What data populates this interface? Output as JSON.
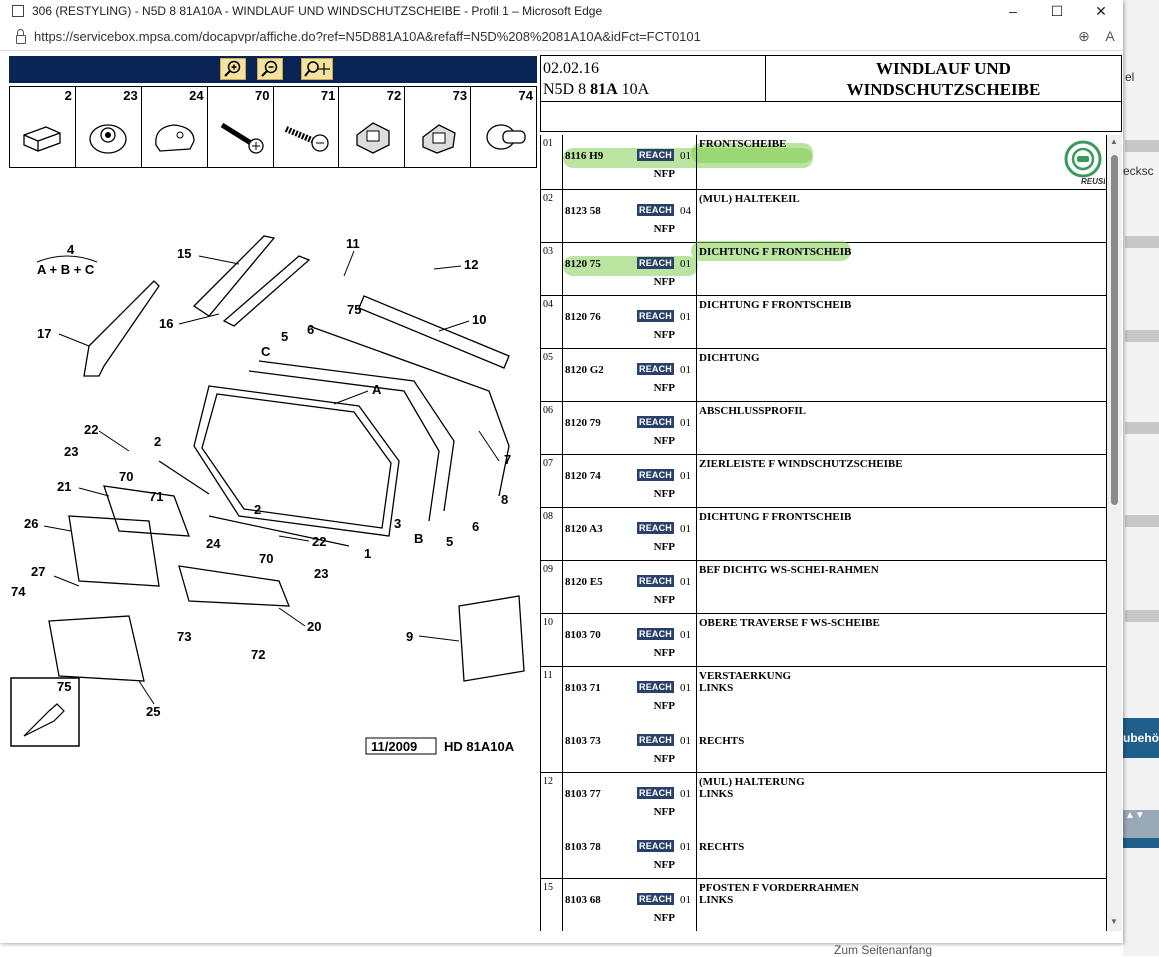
{
  "window": {
    "title": "306 (RESTYLING) - N5D 8 81A10A - WINDLAUF UND WINDSCHUTZSCHEIBE - Profil 1 – Microsoft Edge",
    "url": "https://servicebox.mpsa.com/docapvpr/affiche.do?ref=N5D881A10A&refaff=N5D%208%2081A10A&idFct=FCT0101",
    "minimize": "–",
    "maximize": "☐",
    "close": "✕"
  },
  "background": {
    "text1": "el",
    "text2": "ecksc",
    "blue_button": "ubehö",
    "ctrl": "▲▼",
    "bottom_link": "Zum Seitenanfang"
  },
  "parts_strip": [
    "2",
    "23",
    "24",
    "70",
    "71",
    "72",
    "73",
    "74"
  ],
  "diagram": {
    "footer_date": "11/2009",
    "footer_code": "HD 81A10A",
    "group_label": "4",
    "group_formula": "A + B + C",
    "inset_label": "75"
  },
  "header": {
    "date": "02.02.16",
    "ref_prefix": "N5D 8 ",
    "ref_bold": "81A",
    "ref_suffix": " 10A",
    "title_line1": "WINDLAUF UND",
    "title_line2": "WINDSCHUTZSCHEIBE"
  },
  "reach_label": "REACH",
  "nfp_label": "NFP",
  "rows": [
    {
      "num": "01",
      "desc": "FRONTSCHEIBE",
      "items": [
        {
          "pno": "8116 H9",
          "qty": "01",
          "side": ""
        }
      ]
    },
    {
      "num": "02",
      "desc": "(MUL) HALTEKEIL",
      "items": [
        {
          "pno": "8123 58",
          "qty": "04",
          "side": ""
        }
      ]
    },
    {
      "num": "03",
      "desc": "DICHTUNG F FRONTSCHEIB",
      "items": [
        {
          "pno": "8120 75",
          "qty": "01",
          "side": ""
        }
      ]
    },
    {
      "num": "04",
      "desc": "DICHTUNG F FRONTSCHEIB",
      "items": [
        {
          "pno": "8120 76",
          "qty": "01",
          "side": ""
        }
      ]
    },
    {
      "num": "05",
      "desc": "DICHTUNG",
      "items": [
        {
          "pno": "8120 G2",
          "qty": "01",
          "side": ""
        }
      ]
    },
    {
      "num": "06",
      "desc": "ABSCHLUSSPROFIL",
      "items": [
        {
          "pno": "8120 79",
          "qty": "01",
          "side": ""
        }
      ]
    },
    {
      "num": "07",
      "desc": "ZIERLEISTE F WINDSCHUTZSCHEIBE",
      "items": [
        {
          "pno": "8120 74",
          "qty": "01",
          "side": ""
        }
      ]
    },
    {
      "num": "08",
      "desc": "DICHTUNG F FRONTSCHEIB",
      "items": [
        {
          "pno": "8120 A3",
          "qty": "01",
          "side": ""
        }
      ]
    },
    {
      "num": "09",
      "desc": "BEF DICHTG WS-SCHEI-RAHMEN",
      "items": [
        {
          "pno": "8120 E5",
          "qty": "01",
          "side": ""
        }
      ]
    },
    {
      "num": "10",
      "desc": "OBERE TRAVERSE F WS-SCHEIBE",
      "items": [
        {
          "pno": "8103 70",
          "qty": "01",
          "side": ""
        }
      ]
    },
    {
      "num": "11",
      "desc": "VERSTAERKUNG",
      "items": [
        {
          "pno": "8103 71",
          "qty": "01",
          "side": "LINKS"
        },
        {
          "pno": "8103 73",
          "qty": "01",
          "side": "RECHTS"
        }
      ]
    },
    {
      "num": "12",
      "desc": "(MUL) HALTERUNG",
      "items": [
        {
          "pno": "8103 77",
          "qty": "01",
          "side": "LINKS"
        },
        {
          "pno": "8103 78",
          "qty": "01",
          "side": "RECHTS"
        }
      ]
    },
    {
      "num": "15",
      "desc": "PFOSTEN F VORDERRAHMEN",
      "items": [
        {
          "pno": "8103 68",
          "qty": "01",
          "side": "LINKS"
        }
      ]
    }
  ],
  "reuse_label": "REUSE",
  "colors": {
    "navy": "#0a2456",
    "reach": "#29416a",
    "highlight": "#82cd50"
  }
}
